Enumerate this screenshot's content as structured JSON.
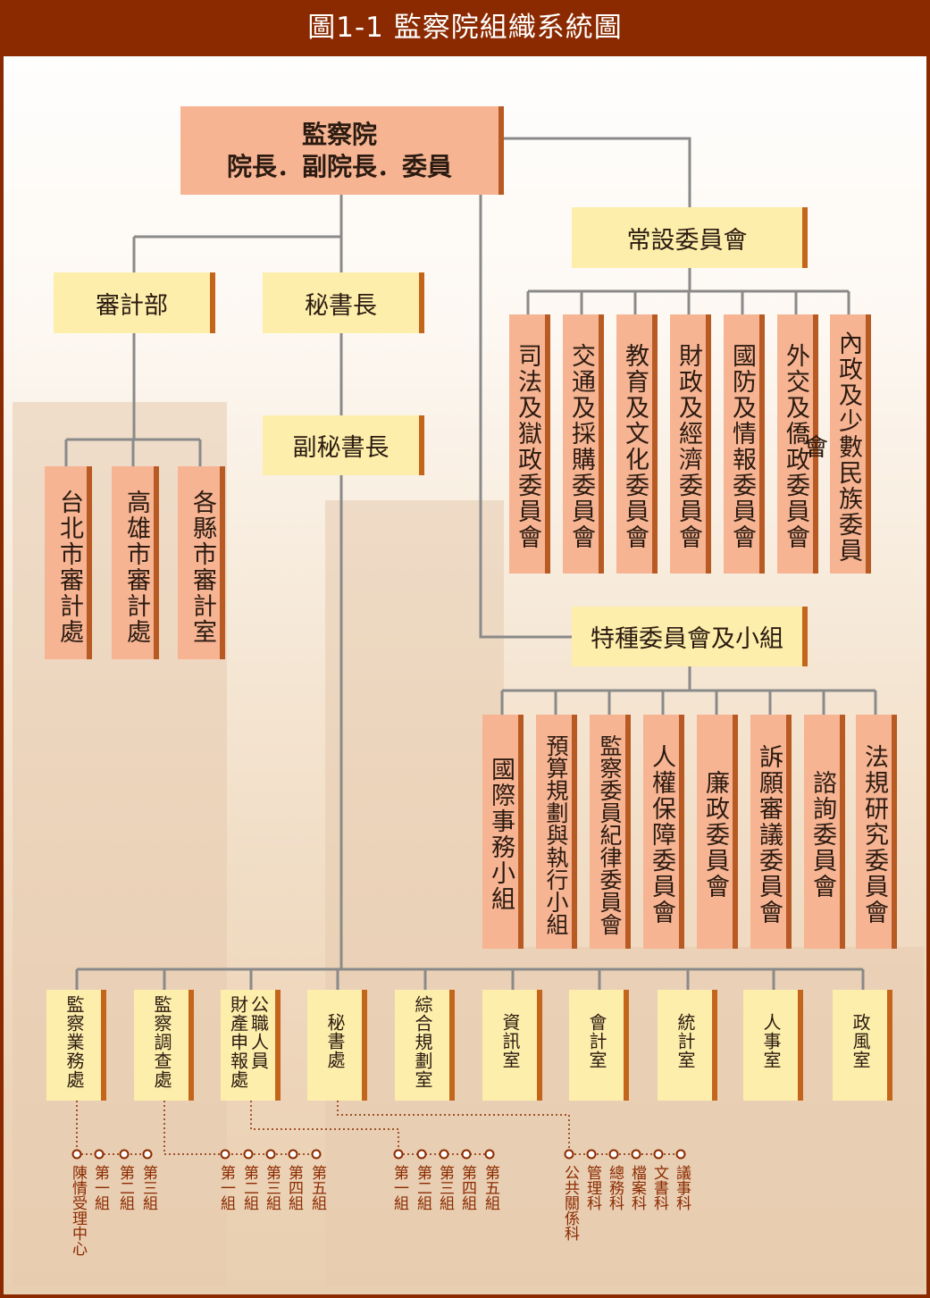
{
  "title": "圖1-1  監察院組織系統圖",
  "colors": {
    "title_bar": "#8b2a00",
    "orange_box": "#f6b493",
    "yellow_box": "#fdeeab",
    "line": "#8a8a8a",
    "dotted": "#8b2a00"
  },
  "root": {
    "line1": "監察院",
    "line2": "院長．副院長．委員"
  },
  "standing_committee": {
    "label": "常設委員會",
    "items": [
      "司法及獄政委員會",
      "交通及採購委員會",
      "教育及文化委員會",
      "財政及經濟委員會",
      "國防及情報委員會",
      "外交及僑政委員會",
      "內政及少數民族委員會"
    ]
  },
  "special_committee": {
    "label": "特種委員會及小組",
    "items": [
      "國際事務小組",
      "預算規劃與執行小組",
      "監察委員紀律委員會",
      "人權保障委員會",
      "廉政委員會",
      "訴願審議委員會",
      "諮詢委員會",
      "法規研究委員會"
    ]
  },
  "audit": {
    "label": "審計部",
    "items": [
      "台北市審計處",
      "高雄市審計處",
      "各縣市審計室"
    ]
  },
  "secretary_general": {
    "label": "秘書長"
  },
  "deputy_secretary_general": {
    "label": "副秘書長"
  },
  "departments": [
    {
      "label": "監察業務處"
    },
    {
      "label": "監察調查處"
    },
    {
      "label": "財產申報處",
      "label2": "公職人員"
    },
    {
      "label": "秘書處"
    },
    {
      "label": "綜合規劃室"
    },
    {
      "label": "資訊室"
    },
    {
      "label": "會計室"
    },
    {
      "label": "統計室"
    },
    {
      "label": "人事室"
    },
    {
      "label": "政風室"
    }
  ],
  "sub_units": {
    "supervision_business": [
      "陳情受理中心",
      "第一組",
      "第二組",
      "第三組"
    ],
    "asset_declaration": [
      "第一組",
      "第二組",
      "第三組",
      "第四組",
      "第五組"
    ],
    "secretariat_groups": [
      "第一組",
      "第二組",
      "第三組",
      "第四組",
      "第五組"
    ],
    "secretariat_sections": [
      "公共關係科",
      "管理科",
      "總務科",
      "檔案科",
      "文書科",
      "議事科"
    ]
  }
}
